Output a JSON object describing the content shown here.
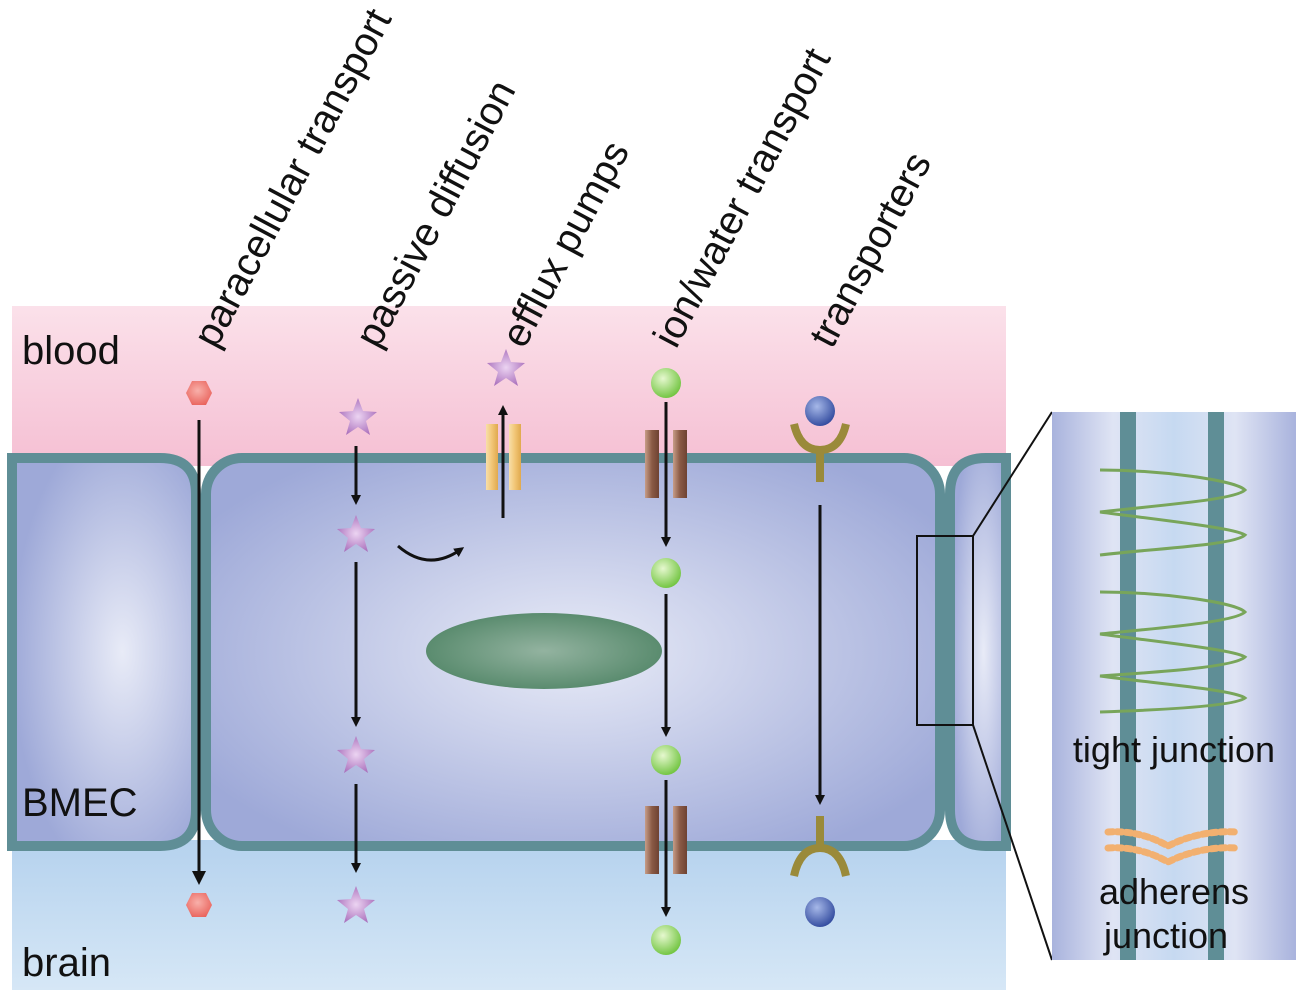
{
  "labels": {
    "blood": "blood",
    "bmec": "BMEC",
    "brain": "brain"
  },
  "pathways": [
    {
      "name": "paracellular transport"
    },
    {
      "name": "passive diffusion"
    },
    {
      "name": "efflux pumps"
    },
    {
      "name": "ion/water transport"
    },
    {
      "name": "transporters"
    }
  ],
  "inset": {
    "tight_junction": "tight junction",
    "adherens_line1": "adherens",
    "adherens_line2": "junction"
  },
  "colors": {
    "blood": "#f6c9da",
    "brain": "#bcd7ef",
    "cell": "#a9b3dd",
    "membrane": "#5f8e96",
    "nucleus": "#5e8f72",
    "hexagon": "#ee6b63",
    "star": "#b478c2",
    "ion": "#86cf4f",
    "ligand": "#3553a8",
    "receptor": "#9a8a3a",
    "efflux_pump": "#f0c272",
    "channel": "#8d5e4a",
    "tight_junction_strand": "#78a55a",
    "adherens_beads": "#f2b070"
  }
}
